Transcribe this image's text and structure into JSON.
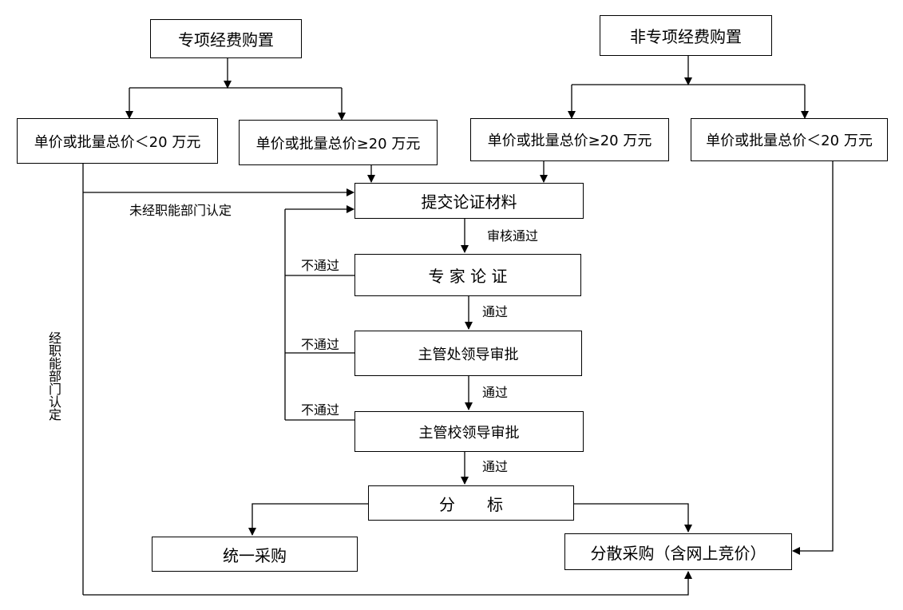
{
  "nodes": {
    "special_purchase": "专项经费购置",
    "nonspecial_purchase": "非专项经费购置",
    "special_lt20": "单价或批量总价＜20 万元",
    "special_ge20": "单价或批量总价≥20 万元",
    "nonspecial_ge20": "单价或批量总价≥20 万元",
    "nonspecial_lt20": "单价或批量总价＜20 万元",
    "submit_materials": "提交论证材料",
    "expert_review": "专 家 论 证",
    "dept_leader_approval": "主管处领导审批",
    "school_leader_approval": "主管校领导审批",
    "tender_split": "分　　标",
    "unified_procurement": "统一采购",
    "decentralized_procurement": "分散采购（含网上竞价）"
  },
  "labels": {
    "not_certified": "未经职能部门认定",
    "certified": "经职能部门认定",
    "review_passed": "审核通过",
    "passed_1": "通过",
    "passed_2": "通过",
    "passed_3": "通过",
    "not_passed_1": "不通过",
    "not_passed_2": "不通过",
    "not_passed_3": "不通过"
  }
}
